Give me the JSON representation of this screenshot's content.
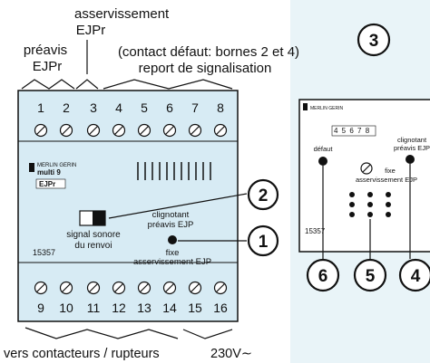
{
  "labels": {
    "asservissement_line1": "asservissement",
    "asservissement_line2": "EJPr",
    "preavis_line1": "préavis",
    "preavis_line2": "EJPr",
    "contact_defaut": "(contact défaut: bornes 2 et 4)",
    "report_signalisation": "report de signalisation",
    "vers_contacteurs": "vers contacteurs / rupteurs",
    "voltage": "230V∼"
  },
  "module_main": {
    "brand": "MERLIN GERIN",
    "product": "multi 9",
    "model": "EJPr",
    "ref": "15357",
    "top_terminals": [
      "1",
      "2",
      "3",
      "4",
      "5",
      "6",
      "7",
      "8"
    ],
    "bottom_terminals": [
      "9",
      "10",
      "11",
      "12",
      "13",
      "14",
      "15",
      "16"
    ],
    "led_clignotant_line1": "clignotant",
    "led_clignotant_line2": "préavis EJP",
    "led_fixe_line1": "fixe",
    "led_fixe_line2": "asservissement EJP",
    "switch_line1": "signal sonore",
    "switch_line2": "du renvoi"
  },
  "module_detail": {
    "brand": "MERLIN GERIN",
    "terminal_strip": "4 5 6 7 8",
    "defaut": "défaut",
    "clignotant_line1": "clignotant",
    "clignotant_line2": "préavis EJP",
    "fixe_line1": "fixe",
    "fixe_line2": "asservissement EJP",
    "ref": "15357"
  },
  "callouts": [
    "1",
    "2",
    "3",
    "4",
    "5",
    "6"
  ],
  "colors": {
    "module_fill": "#d7ebf4",
    "panel_fill": "#e9f4f8",
    "outline": "#111111"
  }
}
